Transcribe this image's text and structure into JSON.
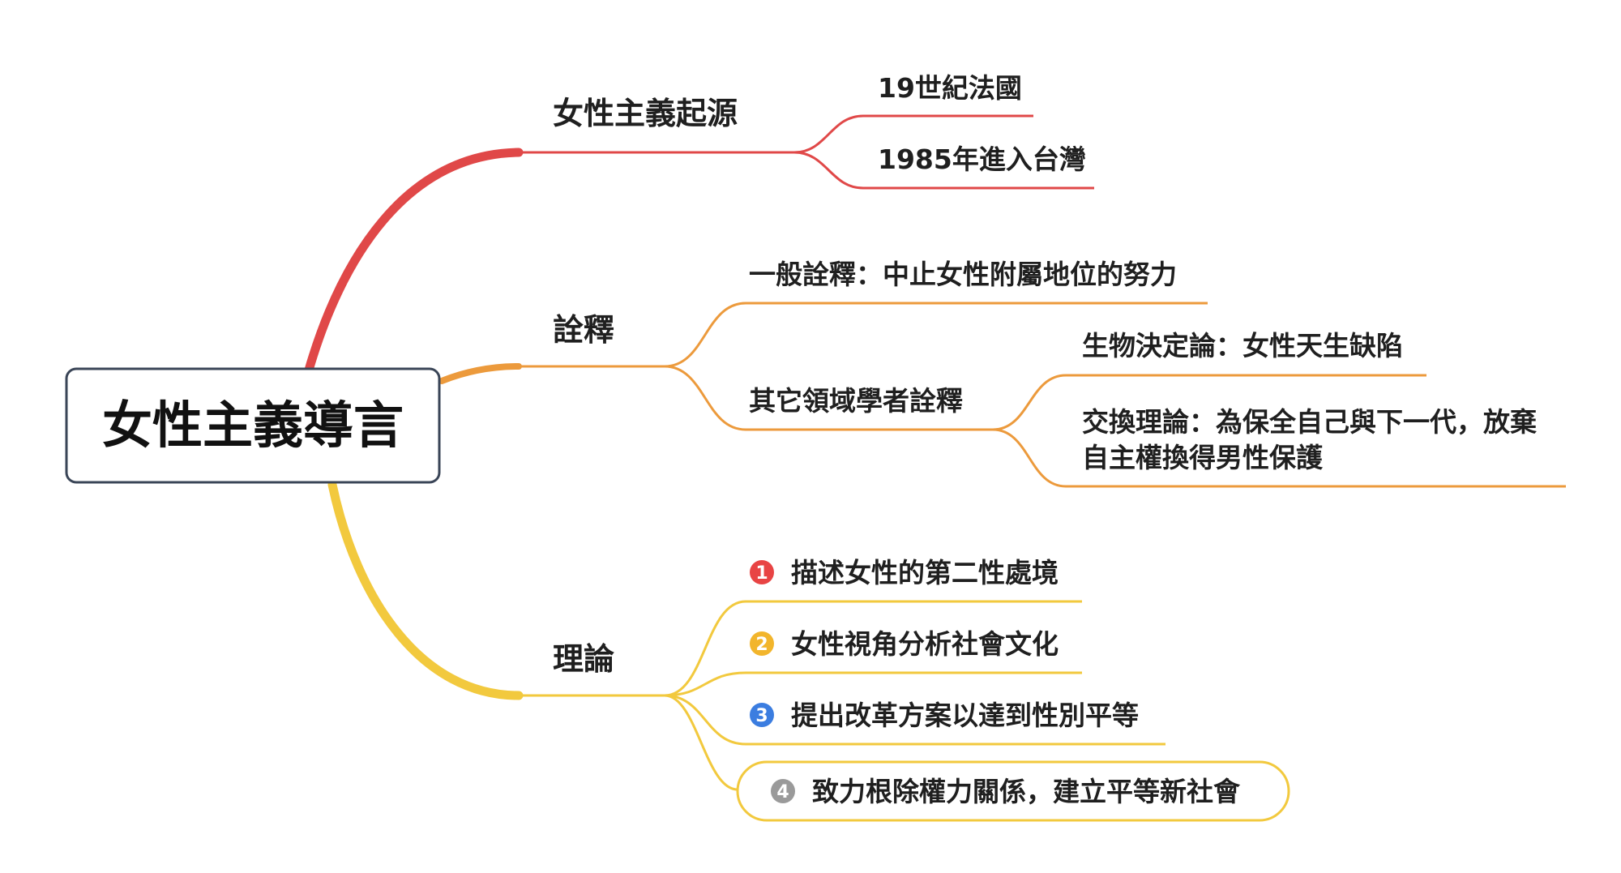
{
  "colors": {
    "origin": "#e04848",
    "interpret": "#ec9a3c",
    "theory": "#f2c93e",
    "root_border": "#3a4557",
    "text": "#1f1f1f",
    "num1": "#e84444",
    "num2": "#f2b52c",
    "num3": "#3b7de0",
    "num4": "#9a9a9a"
  },
  "root": {
    "label": "女性主義導言"
  },
  "branches": {
    "origin": {
      "label": "女性主義起源",
      "items": [
        "19世紀法國",
        "1985年進入台灣"
      ]
    },
    "interpret": {
      "label": "詮釋",
      "general": "一般詮釋：中止女性附屬地位的努力",
      "other": {
        "label": "其它領域學者詮釋",
        "items": [
          {
            "line1": "生物決定論：女性天生缺陷"
          },
          {
            "line1": "交換理論：為保全自己與下一代，放棄",
            "line2": "自主權換得男性保護"
          }
        ]
      }
    },
    "theory": {
      "label": "理論",
      "items": [
        {
          "num": "1",
          "text": "描述女性的第二性處境"
        },
        {
          "num": "2",
          "text": "女性視角分析社會文化"
        },
        {
          "num": "3",
          "text": "提出改革方案以達到性別平等"
        },
        {
          "num": "4",
          "text": "致力根除權力關係，建立平等新社會"
        }
      ]
    }
  }
}
